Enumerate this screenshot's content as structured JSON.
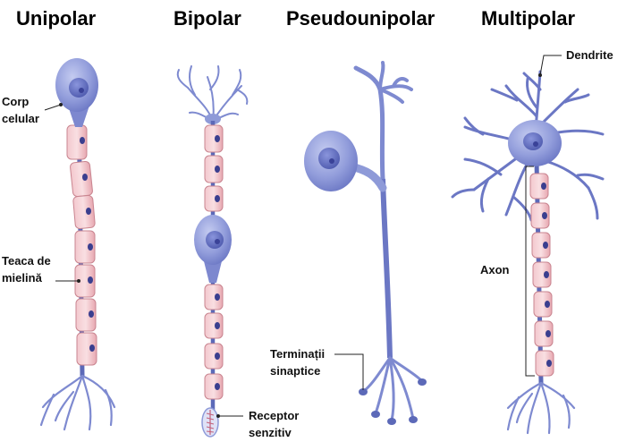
{
  "titles": {
    "unipolar": "Unipolar",
    "bipolar": "Bipolar",
    "pseudounipolar": "Pseudounipolar",
    "multipolar": "Multipolar"
  },
  "labels": {
    "corp_line1": "Corp",
    "corp_line2": "celular",
    "teaca_line1": "Teaca de",
    "teaca_line2": "mielină",
    "terminatii_line1": "Terminații",
    "terminatii_line2": "sinaptice",
    "receptor_line1": "Receptor",
    "receptor_line2": "senzitiv",
    "dendrite": "Dendrite",
    "axon": "Axon"
  },
  "colors": {
    "cell_body": "#8e9ad8",
    "nucleus": "#6470c0",
    "axon": "#5c69b8",
    "myelin": "#eeb8bf",
    "myelin_edge": "#c98590",
    "schwann_nucleus": "#3a3f8f",
    "leader_line": "#222222"
  }
}
